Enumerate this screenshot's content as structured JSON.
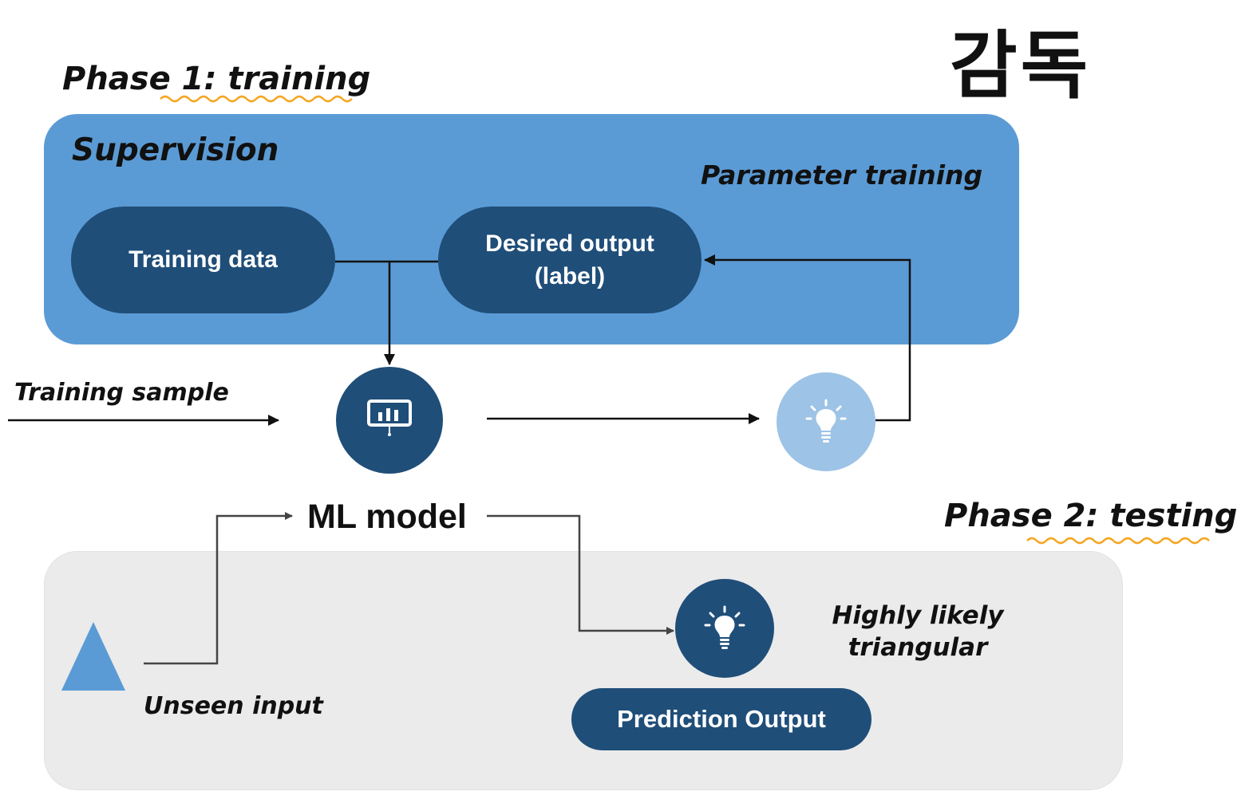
{
  "title": "감독",
  "phase1": "Phase 1: training",
  "phase2": "Phase 2: testing",
  "supervision": "Supervision",
  "parameter_training": "Parameter training",
  "training_data": "Training data",
  "desired_output": {
    "line1": "Desired output",
    "line2": "(label)"
  },
  "training_sample": "Training sample",
  "ml_model": "ML model",
  "unseen_input": "Unseen input",
  "prediction_output": "Prediction Output",
  "highly_likely": {
    "line1": "Highly likely",
    "line2": "triangular"
  },
  "colors": {
    "panel_blue": "#5b9bd5",
    "dark_navy": "#1f4e79",
    "light_blue": "#9dc3e6",
    "panel_gray": "#ebebeb",
    "underline_orange": "#f5a623"
  },
  "icons": [
    "presentation-chart-icon",
    "lightbulb-icon",
    "lightbulb-icon",
    "triangle-shape"
  ]
}
